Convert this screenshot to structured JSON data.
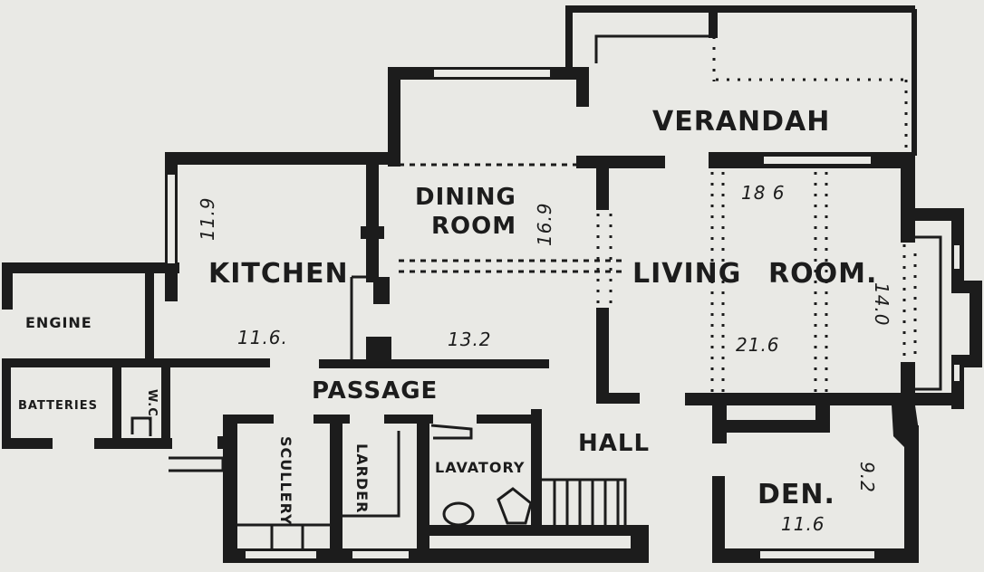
{
  "rooms": {
    "verandah": "VERANDAH",
    "dining_room_1": "DINING",
    "dining_room_2": "ROOM",
    "dining_room_dim_v": "16.9",
    "kitchen": "KITCHEN",
    "kitchen_dim_v": "11.9",
    "kitchen_dim_h": "11.6.",
    "dining_dim_h": "13.2",
    "living_room_1": "LIVING",
    "living_room_2": "ROOM.",
    "living_dim_top": "18 6",
    "living_dim_bottom": "21.6",
    "living_dim_v": "14.0",
    "engine": "ENGINE",
    "batteries": "BATTERIES",
    "wc": "W.C.",
    "passage": "PASSAGE",
    "scullery": "SCULLERY",
    "larder": "LARDER",
    "lavatory": "LAVATORY",
    "hall": "HALL",
    "den": "DEN.",
    "den_dim_v": "9.2",
    "den_dim_h": "11.6"
  }
}
